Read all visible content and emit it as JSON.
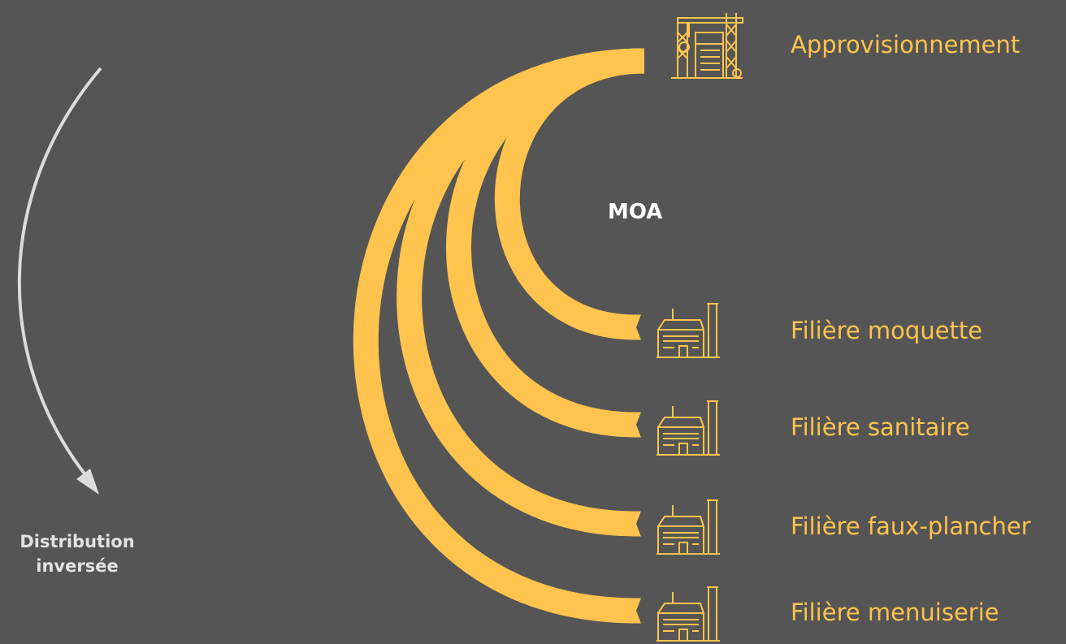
{
  "colors": {
    "background": "#555555",
    "accent": "#FFC44D",
    "arrow": "#DCDCDC",
    "center_text": "#FFFFFF",
    "cycle_text": "#E2E2E2"
  },
  "center": {
    "label": "MOA"
  },
  "source": {
    "label": "Approvisionnement",
    "icon": "construction-crane-icon"
  },
  "channels": [
    {
      "label": "Filière moquette",
      "icon": "factory-icon"
    },
    {
      "label": "Filière sanitaire",
      "icon": "factory-icon"
    },
    {
      "label": "Filière faux-plancher",
      "icon": "factory-icon"
    },
    {
      "label": "Filière menuiserie",
      "icon": "factory-icon"
    }
  ],
  "cycle": {
    "line1": "Distribution",
    "line2": "inversée"
  }
}
